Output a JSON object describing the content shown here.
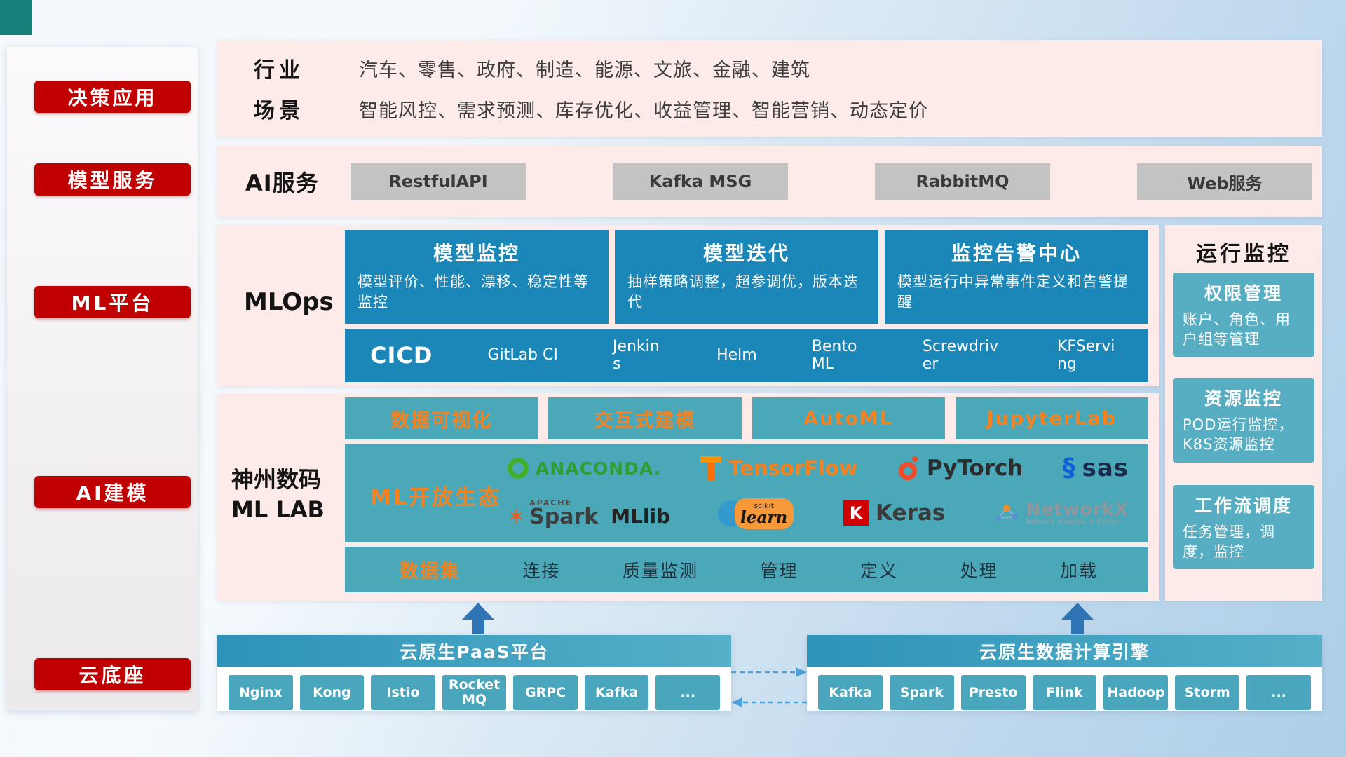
{
  "sidebar": {
    "items": [
      "决策应用",
      "模型服务",
      "ML平台",
      "AI建模",
      "云底座"
    ]
  },
  "industry": {
    "rows": [
      {
        "label": "行业",
        "text": "汽车、零售、政府、制造、能源、文旅、金融、建筑"
      },
      {
        "label": "场景",
        "text": "智能风控、需求预测、库存优化、收益管理、智能营销、动态定价"
      }
    ]
  },
  "ai_service": {
    "label": "AI服务",
    "buttons": [
      "RestfulAPI",
      "Kafka MSG",
      "RabbitMQ",
      "Web服务"
    ]
  },
  "mlops": {
    "label": "MLOps",
    "cards": [
      {
        "title": "模型监控",
        "desc": "模型评价、性能、漂移、稳定性等监控"
      },
      {
        "title": "模型迭代",
        "desc": "抽样策略调整，超参调优，版本迭代"
      },
      {
        "title": "监控告警中心",
        "desc": "模型运行中异常事件定义和告警提醒"
      }
    ],
    "cicd_label": "CICD",
    "cicd_tools": [
      "GitLab CI",
      "Jenkins",
      "Helm",
      "BentoML",
      "Screwdriver",
      "KFServing"
    ]
  },
  "mllab": {
    "label_line1": "神州数码",
    "label_line2": "ML LAB",
    "features": [
      "数据可视化",
      "交互式建模",
      "AutoML",
      "JupyterLab"
    ],
    "eco_label": "ML开放生态",
    "logos": {
      "anaconda": "ANACONDA.",
      "tensorflow": "TensorFlow",
      "pytorch": "PyTorch",
      "sas": "sas",
      "spark_top": "APACHE",
      "spark": "Spark",
      "mllib": "MLlib",
      "sklearn_top": "scikit",
      "sklearn": "learn",
      "keras_letter": "K",
      "keras": "Keras",
      "networkx": "NetworkX",
      "networkx_sub": "Network Analysis in Python"
    },
    "dataset_label": "数据集",
    "dataset_items": [
      "连接",
      "质量监测",
      "管理",
      "定义",
      "处理",
      "加载"
    ]
  },
  "monitor": {
    "title": "运行监控",
    "cards": [
      {
        "title": "权限管理",
        "desc": "账户、角色、用户组等管理"
      },
      {
        "title": "资源监控",
        "desc": "POD运行监控，K8S资源监控"
      },
      {
        "title": "工作流调度",
        "desc": "任务管理，调度，监控"
      }
    ]
  },
  "cloud": {
    "paas_title": "云原生PaaS平台",
    "paas_items": [
      "Nginx",
      "Kong",
      "Istio",
      "RocketMQ",
      "GRPC",
      "Kafka",
      "..."
    ],
    "engine_title": "云原生数据计算引擎",
    "engine_items": [
      "Kafka",
      "Spark",
      "Presto",
      "Flink",
      "Hadoop",
      "Storm",
      "..."
    ]
  },
  "colors": {
    "sidebar_red": "#c00000",
    "panel_pink": "#fcebe8",
    "card_blue": "#1b87b8",
    "box_teal": "#4ba8b9",
    "monitor_teal": "#57adc1",
    "accent_orange": "#f5821f",
    "gray_button": "#c3c3c3",
    "bottom_bar_teal": "#3a9cbd",
    "arrow_blue": "#2f74b5",
    "corner_teal": "#17807b"
  }
}
